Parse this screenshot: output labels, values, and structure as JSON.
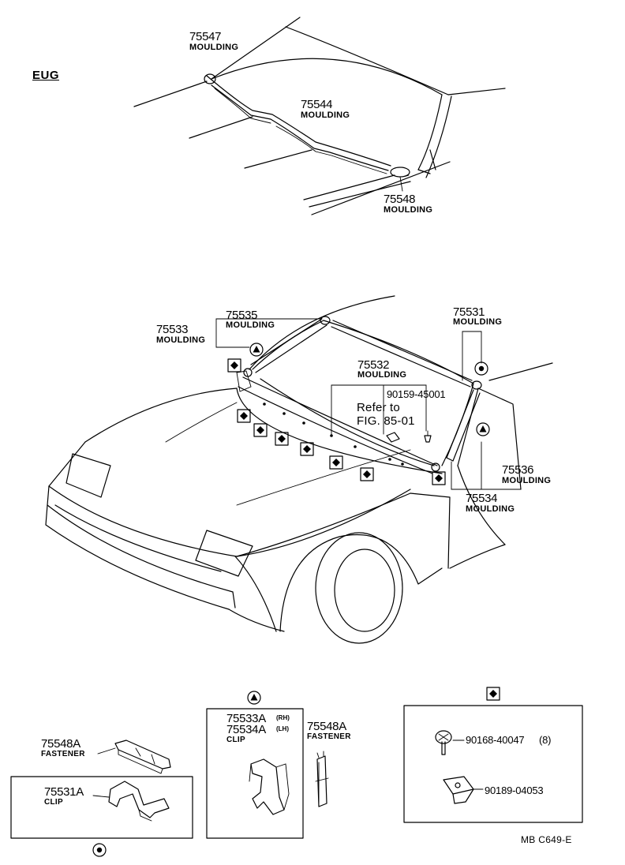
{
  "section_label": "EUG",
  "drawing_code": "MB  C649-E",
  "top_parts": {
    "p75547": {
      "number": "75547",
      "name": "MOULDING"
    },
    "p75544": {
      "number": "75544",
      "name": "MOULDING"
    },
    "p75548": {
      "number": "75548",
      "name": "MOULDING"
    }
  },
  "main_parts": {
    "p75535": {
      "number": "75535",
      "name": "MOULDING"
    },
    "p75533": {
      "number": "75533",
      "name": "MOULDING"
    },
    "p75531": {
      "number": "75531",
      "name": "MOULDING"
    },
    "p75532": {
      "number": "75532",
      "name": "MOULDING"
    },
    "p90159": {
      "number": "90159-45001"
    },
    "refer": {
      "line1": "Refer to",
      "line2": "FIG. 85-01"
    },
    "p75536": {
      "number": "75536",
      "name": "MOULDING"
    },
    "p75534": {
      "number": "75534",
      "name": "MOULDING"
    }
  },
  "detail_parts": {
    "p75548A_left": {
      "number": "75548A",
      "name": "FASTENER"
    },
    "p75531A": {
      "number": "75531A",
      "name": "CLIP"
    },
    "p75533A": {
      "number": "75533A",
      "suffix": "(RH)"
    },
    "p75534A": {
      "number": "75534A",
      "suffix": "(LH)",
      "name": "CLIP"
    },
    "p75548A_mid": {
      "number": "75548A",
      "name": "FASTENER"
    },
    "p90168": {
      "number": "90168-40047",
      "qty": "(8)"
    },
    "p90189": {
      "number": "90189-04053"
    }
  },
  "symbols": {
    "triangle": "triangle-in-circle-symbol",
    "circle": "circle-in-circle-symbol",
    "diamond": "diamond-in-square-symbol"
  }
}
